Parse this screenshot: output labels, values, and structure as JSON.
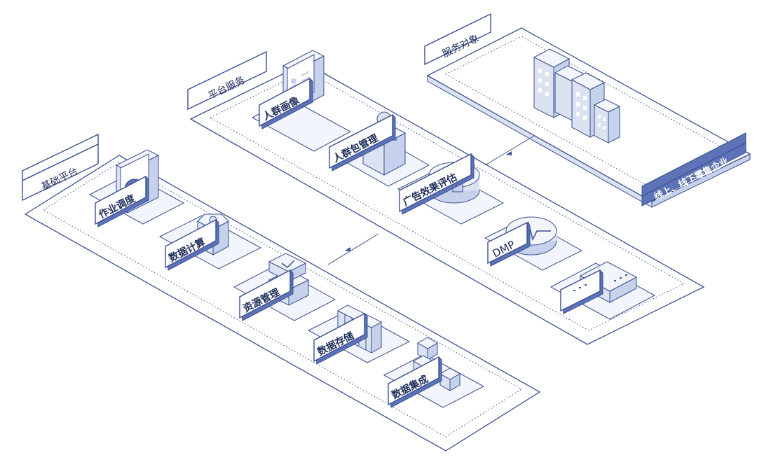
{
  "tiers": {
    "base": {
      "title": "基础平台",
      "items": [
        "作业调度",
        "数据计算",
        "资源管理",
        "数据存储",
        "数据集成"
      ]
    },
    "platform": {
      "title": "平台服务",
      "items": [
        "人群画像",
        "人群包管理",
        "广告效果评估",
        "DMP"
      ]
    },
    "service": {
      "title": "服务对象",
      "target": "线上、线下零售企业"
    }
  },
  "colors": {
    "line": "#3b4f8f",
    "accent": "#5c73b8",
    "fill_light": "#f2f5fc",
    "fill_mid": "#dbe3f3",
    "fill_dark": "#c6d2ec"
  }
}
